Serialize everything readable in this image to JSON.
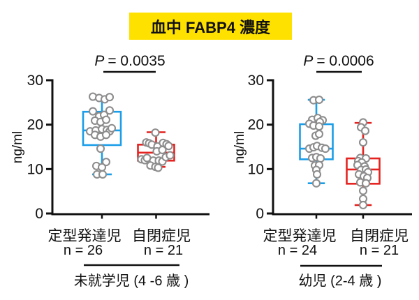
{
  "title": {
    "text": "血中 FABP4 濃度"
  },
  "colors": {
    "title_bg": "#ffe100",
    "accent_blue": "#1b9de8",
    "accent_red": "#e42320",
    "point_stroke": "#8d8d8d",
    "point_fill": "#ffffff",
    "axis": "#111111"
  },
  "axis": {
    "ylabel": "ng/ml",
    "yticks": [
      0,
      10,
      20,
      30
    ],
    "ylim": [
      0,
      30
    ]
  },
  "chart_data": [
    {
      "type": "box",
      "panel": "preschool",
      "p": {
        "symbol": "P",
        "rest": "= 0.0035"
      },
      "caption": "未就学児 (4 -6 歳 )",
      "ylabel": "ng/ml",
      "groups": [
        {
          "label": "定型発達児",
          "n": "n = 26",
          "color": "#1b9de8",
          "box": {
            "whisker_low": 8.8,
            "q1": 15.4,
            "median": 18.7,
            "q3": 22.9,
            "whisker_high": 26.1
          },
          "points": [
            [
              -13,
              26.3
            ],
            [
              -4,
              26.0
            ],
            [
              4,
              25.7
            ],
            [
              11,
              26.2
            ],
            [
              -13,
              23.0
            ],
            [
              11,
              23.2
            ],
            [
              -4,
              21.9
            ],
            [
              3,
              22.2
            ],
            [
              -10,
              20.9
            ],
            [
              -2,
              20.6
            ],
            [
              6,
              21.1
            ],
            [
              -17,
              18.5
            ],
            [
              -9,
              18.7
            ],
            [
              0,
              19.0
            ],
            [
              7,
              18.8
            ],
            [
              11,
              18.5
            ],
            [
              14,
              19.2
            ],
            [
              -10,
              17.7
            ],
            [
              -2,
              17.3
            ],
            [
              6,
              17.7
            ],
            [
              -2,
              14.6
            ],
            [
              6,
              11.6
            ],
            [
              -8,
              10.7
            ],
            [
              0,
              10.4
            ],
            [
              -7,
              8.8
            ],
            [
              1,
              8.8
            ]
          ]
        },
        {
          "label": "自閉症児",
          "n": "n = 21",
          "color": "#e42320",
          "box": {
            "whisker_low": 10.5,
            "q1": 11.9,
            "median": 13.7,
            "q3": 15.5,
            "whisker_high": 18.3
          },
          "points": [
            [
              -1,
              18.2
            ],
            [
              -14,
              16.0
            ],
            [
              -10,
              15.8
            ],
            [
              -6,
              15.5
            ],
            [
              2,
              15.1
            ],
            [
              10,
              15.9
            ],
            [
              15,
              15.6
            ],
            [
              18,
              15.2
            ],
            [
              1,
              14.0
            ],
            [
              9,
              14.3
            ],
            [
              -21,
              12.2
            ],
            [
              -16,
              12.0
            ],
            [
              -13,
              12.5
            ],
            [
              -4,
              11.9
            ],
            [
              4,
              11.9
            ],
            [
              9,
              11.7
            ],
            [
              14,
              12.7
            ],
            [
              20,
              13.1
            ],
            [
              -8,
              10.8
            ],
            [
              -1,
              10.5
            ],
            [
              3,
              10.3
            ]
          ]
        }
      ]
    },
    {
      "type": "box",
      "panel": "toddler",
      "p": {
        "symbol": "P",
        "rest": "= 0.0006"
      },
      "caption": "幼児 (2-4 歳 )",
      "ylabel": "ng/ml",
      "groups": [
        {
          "label": "定型発達児",
          "n": "n = 24",
          "color": "#1b9de8",
          "box": {
            "whisker_low": 6.8,
            "q1": 12.2,
            "median": 14.6,
            "q3": 20.1,
            "whisker_high": 25.6
          },
          "points": [
            [
              -4,
              25.5
            ],
            [
              4,
              25.6
            ],
            [
              -6,
              21.1
            ],
            [
              2,
              21.5
            ],
            [
              9,
              21.0
            ],
            [
              5,
              20.6
            ],
            [
              -10,
              20.2
            ],
            [
              -4,
              19.8
            ],
            [
              4,
              19.6
            ],
            [
              -1,
              17.5
            ],
            [
              4,
              17.9
            ],
            [
              -10,
              14.6
            ],
            [
              -4,
              14.9
            ],
            [
              1,
              15.2
            ],
            [
              8,
              14.8
            ],
            [
              13,
              14.6
            ],
            [
              -6,
              12.5
            ],
            [
              0,
              12.7
            ],
            [
              6,
              12.4
            ],
            [
              -2,
              10.8
            ],
            [
              4,
              10.9
            ],
            [
              0,
              9.8
            ],
            [
              1,
              8.8
            ],
            [
              0,
              6.8
            ]
          ]
        },
        {
          "label": "自閉症児",
          "n": "n = 21",
          "color": "#e42320",
          "box": {
            "whisker_low": 1.9,
            "q1": 6.7,
            "median": 9.9,
            "q3": 12.4,
            "whisker_high": 20.4
          },
          "points": [
            [
              0,
              20.5
            ],
            [
              -3,
              19.4
            ],
            [
              3,
              18.6
            ],
            [
              0,
              16.0
            ],
            [
              -4,
              12.5
            ],
            [
              4,
              12.4
            ],
            [
              -7,
              11.8
            ],
            [
              -2,
              11.5
            ],
            [
              -8,
              10.9
            ],
            [
              2,
              10.6
            ],
            [
              -3,
              9.8
            ],
            [
              4,
              9.9
            ],
            [
              7,
              9.3
            ],
            [
              -6,
              8.8
            ],
            [
              1,
              8.4
            ],
            [
              6,
              8.0
            ],
            [
              -4,
              7.0
            ],
            [
              4,
              6.8
            ],
            [
              0,
              5.1
            ],
            [
              0,
              3.3
            ],
            [
              0,
              1.9
            ]
          ]
        }
      ]
    }
  ]
}
